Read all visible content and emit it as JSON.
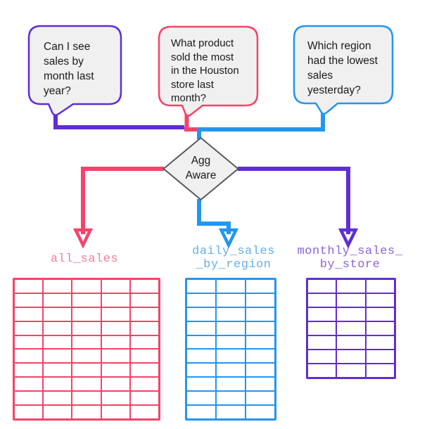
{
  "colors": {
    "purple": "#5F2DD6",
    "pink": "#F54369",
    "blue": "#2196F3",
    "label_pink": "#F27E9A",
    "label_blue": "#64AFEA",
    "label_purple": "#8C63DC",
    "bubble_fill": "#F0F0F0",
    "diamond_border": "#595959"
  },
  "bubbles": [
    {
      "id": "sales-by-month",
      "text": "Can I see\nsales by\nmonth last\nyear?"
    },
    {
      "id": "houston-product",
      "text": "What product\nsold the most\nin the Houston\nstore last\nmonth?"
    },
    {
      "id": "lowest-region",
      "text": "Which region\nhad the lowest\nsales\nyesterday?"
    }
  ],
  "decision": {
    "label": "Agg\nAware"
  },
  "tables": [
    {
      "name": "all_sales",
      "columns": 5,
      "rows": 10,
      "color": "#F54369",
      "label_color": "#F27E9A"
    },
    {
      "name": "daily_sales\n_by_region",
      "columns": 3,
      "rows": 10,
      "color": "#2196F3",
      "label_color": "#64AFEA"
    },
    {
      "name": "monthly_sales_\nby_store",
      "columns": 3,
      "rows": 7,
      "color": "#5F2DD6",
      "label_color": "#8C63DC"
    }
  ]
}
